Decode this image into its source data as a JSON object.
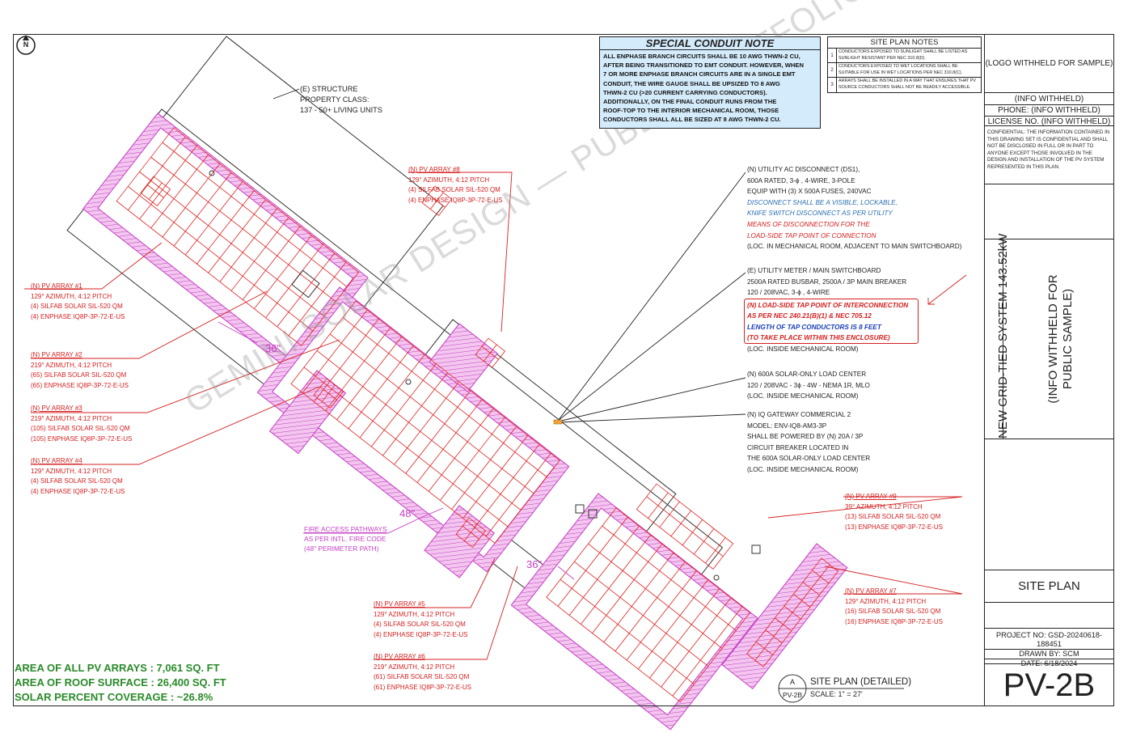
{
  "north_arrow": "N",
  "structure": {
    "lines": [
      "(E) STRUCTURE",
      "PROPERTY CLASS:",
      "137 - 50+ LIVING UNITS"
    ]
  },
  "arrays": {
    "a1": {
      "title": "(N) PV ARRAY #1",
      "lines": [
        "129° AZIMUTH, 4:12 PITCH",
        "(4) SILFAB SOLAR SIL-520 QM",
        "(4) ENPHASE IQ8P-3P-72-E-US"
      ]
    },
    "a2": {
      "title": "(N) PV ARRAY #2",
      "lines": [
        "219° AZIMUTH, 4:12 PITCH",
        "(65) SILFAB SOLAR SIL-520 QM",
        "(65) ENPHASE IQ8P-3P-72-E-US"
      ]
    },
    "a3": {
      "title": "(N) PV ARRAY #3",
      "lines": [
        "219° AZIMUTH, 4:12 PITCH",
        "(105) SILFAB SOLAR SIL-520 QM",
        "(105) ENPHASE IQ8P-3P-72-E-US"
      ]
    },
    "a4": {
      "title": "(N) PV ARRAY #4",
      "lines": [
        "129° AZIMUTH, 4:12 PITCH",
        "(4) SILFAB SOLAR SIL-520 QM",
        "(4) ENPHASE IQ8P-3P-72-E-US"
      ]
    },
    "a5": {
      "title": "(N) PV ARRAY #5",
      "lines": [
        "129° AZIMUTH, 4:12 PITCH",
        "(4) SILFAB SOLAR SIL-520 QM",
        "(4) ENPHASE IQ8P-3P-72-E-US"
      ]
    },
    "a6": {
      "title": "(N) PV ARRAY #6",
      "lines": [
        "219° AZIMUTH, 4:12 PITCH",
        "(61) SILFAB SOLAR SIL-520 QM",
        "(61) ENPHASE IQ8P-3P-72-E-US"
      ]
    },
    "a7": {
      "title": "(N) PV ARRAY #7",
      "lines": [
        "129° AZIMUTH, 4:12 PITCH",
        "(16) SILFAB SOLAR SIL-520 QM",
        "(16) ENPHASE IQ8P-3P-72-E-US"
      ]
    },
    "a8": {
      "title": "(N) PV ARRAY #8",
      "lines": [
        "129° AZIMUTH, 4:12 PITCH",
        "(4) SILFAB SOLAR SIL-520 QM",
        "(4) ENPHASE IQ8P-3P-72-E-US"
      ]
    },
    "a9": {
      "title": "(N) PV ARRAY #9",
      "lines": [
        "39° AZIMUTH, 4:12 PITCH",
        "(13) SILFAB SOLAR SIL-520 QM",
        "(13) ENPHASE IQ8P-3P-72-E-US"
      ]
    }
  },
  "dims": {
    "d1": "36\"",
    "d2": "48\"",
    "d3": "36\""
  },
  "fire_access": {
    "lines": [
      "FIRE ACCESS PATHWAYS",
      "AS PER INTL. FIRE CODE",
      "(48\" PERIMETER PATH)"
    ]
  },
  "conduit_note": {
    "title": "SPECIAL CONDUIT NOTE",
    "lines": [
      "ALL ENPHASE BRANCH CIRCUITS SHALL BE 10 AWG THWN-2 CU,",
      "AFTER BEING TRANSITIONED TO EMT CONDUIT. HOWEVER, WHEN",
      "7 OR MORE ENPHASE BRANCH CIRCUITS ARE IN A SINGLE EMT",
      "CONDUIT, THE WIRE GAUGE SHALL BE UPSIZED TO 8 AWG",
      "THWN-2 CU (>20 CURRENT CARRYING CONDUCTORS).",
      "ADDITIONALLY, ON THE FINAL CONDUIT RUNS FROM THE",
      "ROOF-TOP TO THE INTERIOR MECHANICAL ROOM, THOSE",
      "CONDUCTORS SHALL ALL BE SIZED AT 8 AWG THWN-2 CU."
    ]
  },
  "site_notes": {
    "title": "SITE PLAN NOTES",
    "items": [
      {
        "n": "1",
        "text": "CONDUCTORS EXPOSED TO SUNLIGHT SHALL BE LISTED AS SUNLIGHT RESISTANT PER NEC 310.8(D)."
      },
      {
        "n": "2",
        "text": "CONDUCTORS EXPOSED TO WET LOCATIONS SHALL BE SUITABLE FOR USE IN WET LOCATIONS PER NEC 310.8(C)."
      },
      {
        "n": "3",
        "text": "ARRAYS SHALL BE INSTALLED IN A WAY THAT ENSURES THAT PV SOURCE CONDUCTORS SHALL NOT BE READILY ACCESSIBLE."
      }
    ]
  },
  "equipment": {
    "disconnect": {
      "lines": [
        "(N) UTILITY AC DISCONNECT (DS1),",
        "600A RATED, 3-ϕ , 4-WIRE, 3-POLE",
        "EQUIP WITH (3) X 500A FUSES, 240VAC"
      ],
      "blue_lines": [
        "DISCONNECT SHALL BE A VISIBLE, LOCKABLE,",
        "KNIFE SWITCH DISCONNECT AS PER UTILITY"
      ],
      "red_lines": [
        "MEANS OF DISCONNECTION FOR THE",
        "LOAD-SIDE TAP POINT OF CONNECTION"
      ],
      "loc": "(LOC. IN MECHANICAL ROOM, ADJACENT TO MAIN SWITCHBOARD)"
    },
    "meter": {
      "lines": [
        "(E) UTILITY METER / MAIN SWITCHBOARD",
        "2500A RATED BUSBAR, 2500A / 3P MAIN BREAKER",
        "120 / 208VAC, 3-ϕ , 4-WIRE"
      ],
      "red_lines": [
        "(N) LOAD-SIDE TAP POINT OF INTERCONNECTION",
        "AS PER NEC 240.21(B)(1) & NEC 705.12"
      ],
      "blue_line": "LENGTH OF TAP CONDUCTORS IS 8 FEET",
      "red_line2": "(TO TAKE PLACE WITHIN THIS ENCLOSURE)",
      "loc": "(LOC. INSIDE MECHANICAL ROOM)"
    },
    "loadcenter": {
      "lines": [
        "(N) 600A SOLAR-ONLY LOAD CENTER",
        "120 / 208VAC - 3ϕ - 4W - NEMA 1R, MLO",
        "(LOC. INSIDE MECHANICAL ROOM)"
      ]
    },
    "gateway": {
      "lines": [
        "(N) IQ GATEWAY COMMERCIAL 2",
        "MODEL: ENV-IQ8-AM3-3P",
        "SHALL BE POWERED BY (N) 20A / 3P",
        "CIRCUIT BREAKER LOCATED IN",
        "THE 600A SOLAR-ONLY LOAD CENTER",
        "(LOC. INSIDE MECHANICAL ROOM)"
      ]
    }
  },
  "areas": {
    "pv": "AREA OF ALL PV ARRAYS : 7,061 SQ. FT",
    "roof": "AREA OF ROOF SURFACE : 26,400 SQ. FT",
    "coverage": "SOLAR PERCENT COVERAGE : ~26.8%"
  },
  "watermark": "GEMINI SOLAR DESIGN — PUBLIC PORTFOLIO SAMPLE",
  "view_label": {
    "letter": "A",
    "sheet": "PV-2B",
    "title": "SITE PLAN (DETAILED)",
    "scale": "SCALE:  1\" = 27'"
  },
  "title_block": {
    "logo": "(LOGO WITHHELD FOR SAMPLE)",
    "info": "(INFO WITHHELD)",
    "phone": "PHONE: (INFO WITHHELD)",
    "license": "LICENSE NO. (INFO WITHHELD)",
    "confidential": "CONFIDENTIAL: THE INFORMATION CONTAINED IN THIS DRAWING SET IS CONFIDENTIAL AND SHALL NOT BE DISCLOSED IN FULL OR IN PART TO ANYONE EXCEPT THOSE INVOLVED IN THE DESIGN AND INSTALLATION OF THE PV SYSTEM REPRESENTED IN THIS PLAN.",
    "system": "NEW GRID-TIED SYSTEM 143.52kW",
    "withheld_lines": [
      "(INFO WITHHELD FOR",
      "PUBLIC SAMPLE)"
    ],
    "sheet_title": "SITE PLAN",
    "project_no": "PROJECT NO: GSD-20240618-188451",
    "drawn_by": "DRAWN BY: SCM",
    "date": "DATE: 6/18/2024",
    "sheet_no": "PV-2B"
  },
  "colors": {
    "array": "#e02020",
    "setback": "#c43fc4",
    "setback_fill": "#f3c6ef",
    "note_bg": "#d4ebfb",
    "area_text": "#2a8a2a"
  }
}
